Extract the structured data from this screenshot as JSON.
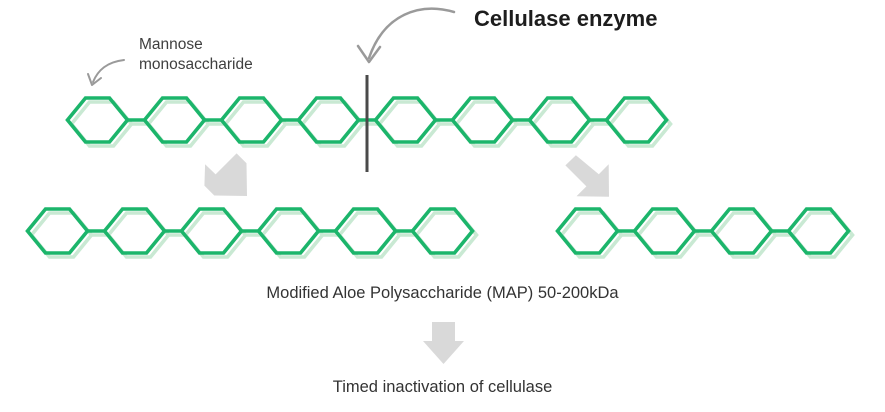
{
  "labels": {
    "enzyme": "Cellulase enzyme",
    "mannose_line1": "Mannose",
    "mannose_line2": "monosaccharide",
    "product": "Modified Aloe Polysaccharide (MAP) 50-200kDa",
    "inactivation": "Timed inactivation of cellulase"
  },
  "chains": {
    "original": {
      "units_left_of_cut": 4,
      "units_right_of_cut": 4
    },
    "fragment_left": {
      "units": 6
    },
    "fragment_right": {
      "units": 4
    }
  },
  "colors": {
    "ring": "#1cb56b",
    "ring_shadow": "#c9e9d3",
    "arrow": "#d9d9d9",
    "pointer": "#9a9a9a",
    "cut_line": "#4a4a4a"
  },
  "icons": {
    "pointer_enzyme": "curved-arrow-icon",
    "pointer_mannose": "curved-arrow-icon",
    "split_left": "arrow-down-left-icon",
    "split_right": "arrow-down-right-icon",
    "down": "arrow-down-icon"
  }
}
